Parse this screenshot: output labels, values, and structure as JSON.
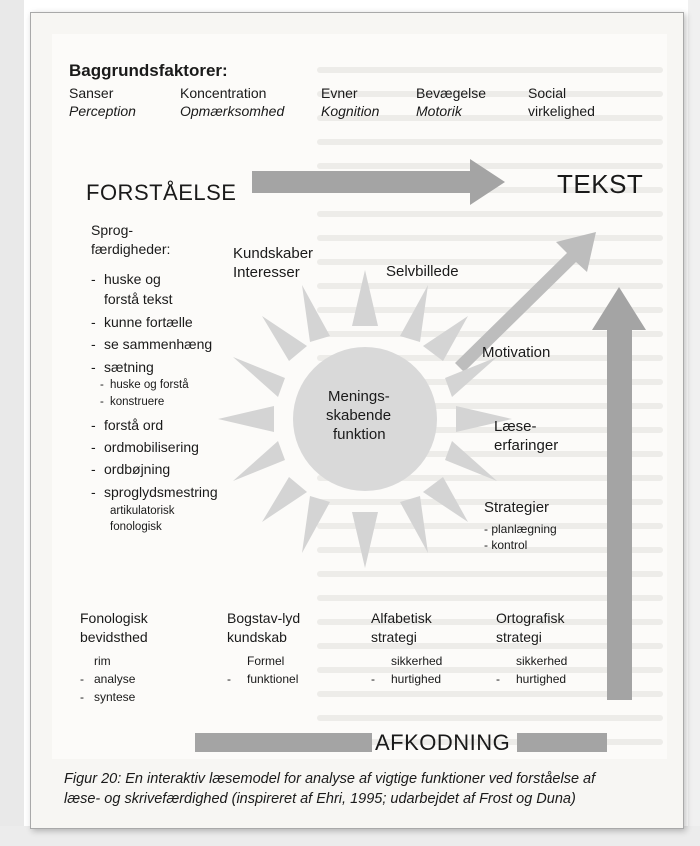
{
  "background_factors": {
    "heading": "Baggrundsfaktorer:",
    "items": [
      {
        "line1": "Sanser",
        "line2": "Perception"
      },
      {
        "line1": "Koncentration",
        "line2": "Opmærksomhed"
      },
      {
        "line1": "Evner",
        "line2": "Kognition"
      },
      {
        "line1": "Bevægelse",
        "line2": "Motorik"
      },
      {
        "line1": "Social",
        "line2": "virkelighed"
      }
    ]
  },
  "comprehension": {
    "title": "FORSTÅELSE",
    "language_skills_label_1": "Sprog-",
    "language_skills_label_2": "færdigheder:",
    "items": [
      {
        "dash": "-",
        "text": "huske og"
      },
      {
        "dash": "",
        "text": "forstå tekst"
      },
      {
        "dash": "-",
        "text": "kunne fortælle"
      },
      {
        "dash": "-",
        "text": "se sammenhæng"
      },
      {
        "dash": "-",
        "text": "sætning"
      },
      {
        "dash": "-",
        "text": "huske og forstå",
        "small": true
      },
      {
        "dash": "-",
        "text": "konstruere",
        "small": true
      },
      {
        "dash": "-",
        "text": "forstå ord"
      },
      {
        "dash": "-",
        "text": "ordmobilisering"
      },
      {
        "dash": "-",
        "text": "ordbøjning"
      },
      {
        "dash": "-",
        "text": "sproglydsmestring"
      },
      {
        "dash": "",
        "text": "artikulatorisk",
        "small": true
      },
      {
        "dash": "",
        "text": "fonologisk",
        "small": true
      }
    ]
  },
  "text_label": "TEKST",
  "knowledge": {
    "line1": "Kundskaber",
    "line2": "Interesser"
  },
  "self_image": "Selvbillede",
  "motivation": "Motivation",
  "center": {
    "line1": "Menings-",
    "line2": "skabende",
    "line3": "funktion"
  },
  "reading_experience": {
    "line1": "Læse-",
    "line2": "erfaringer"
  },
  "strategies": {
    "title": "Strategier",
    "item1": "- planlægning",
    "item2": "- kontrol"
  },
  "decoding": {
    "title": "AFKODNING",
    "columns": [
      {
        "line1": "Fonologisk",
        "line2": "bevidsthed",
        "sub": [
          {
            "dash": "",
            "text": "rim"
          },
          {
            "dash": "-",
            "text": "analyse"
          },
          {
            "dash": "-",
            "text": "syntese"
          }
        ]
      },
      {
        "line1": "Bogstav-lyd",
        "line2": "kundskab",
        "sub": [
          {
            "dash": "",
            "text": "Formel"
          },
          {
            "dash": "-",
            "text": "funktionel"
          }
        ]
      },
      {
        "line1": "Alfabetisk",
        "line2": "strategi",
        "sub": [
          {
            "dash": "",
            "text": "sikkerhed"
          },
          {
            "dash": "-",
            "text": "hurtighed"
          }
        ]
      },
      {
        "line1": "Ortografisk",
        "line2": "strategi",
        "sub": [
          {
            "dash": "",
            "text": "sikkerhed"
          },
          {
            "dash": "-",
            "text": "hurtighed"
          }
        ]
      }
    ]
  },
  "caption": {
    "line1": "Figur 20: En interaktiv læsemodel for analyse af vigtige funktioner ved forståelse af",
    "line2": "læse- og skrivefærdighed (inspireret af Ehri, 1995; udarbejdet af Frost og Duna)"
  },
  "colors": {
    "arrow_fill": "#a7a7a7",
    "arrow_dark": "#8e8e8e",
    "sun_fill": "#d6d6d6",
    "frame": "#a9a9a9"
  }
}
